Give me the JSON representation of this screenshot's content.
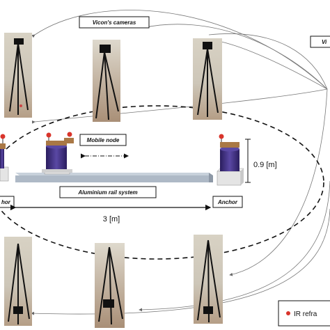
{
  "labels": {
    "vicon_cameras": "Vicon's cameras",
    "vicon_right": "Vi",
    "mobile_node": "Mobile node",
    "rail": "Aluminium rail system",
    "anchor_left": "hor",
    "anchor_right": "Anchor",
    "dim_width": "3 [m]",
    "dim_height": "0.9 [m]",
    "legend": "IR refra"
  },
  "colors": {
    "ir_marker": "#d9342b",
    "node_cylinder": "#3b2a7a",
    "rail": "#aeb9c6",
    "base_box": "#e4e4e4"
  }
}
